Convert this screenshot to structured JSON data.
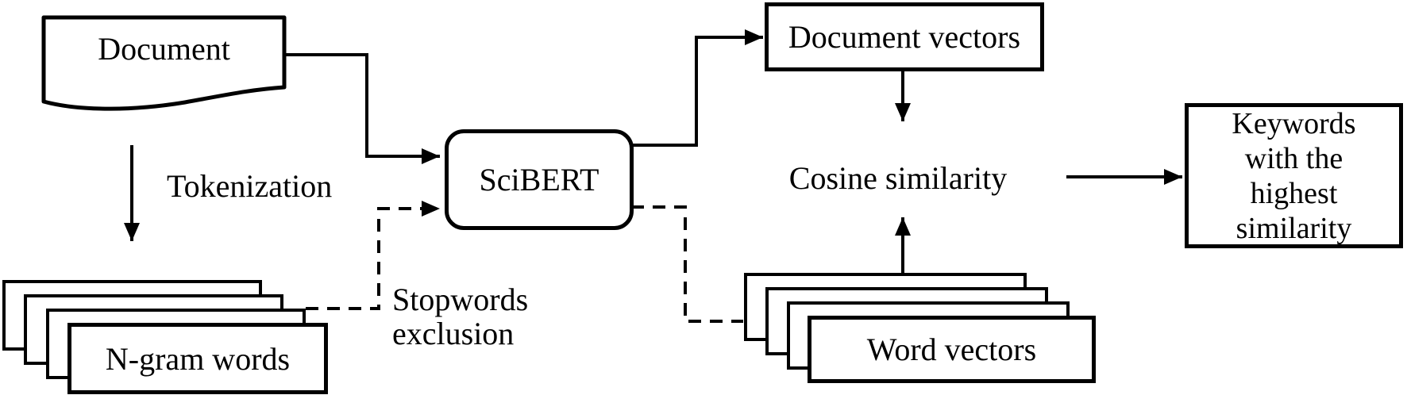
{
  "diagram": {
    "description": "Flow diagram of SciBERT-based keyword extraction pipeline",
    "colors": {
      "stroke": "#000000",
      "background": "#ffffff"
    },
    "nodes": {
      "document": {
        "label": "Document",
        "shape": "document"
      },
      "ngram": {
        "label": "N-gram words",
        "shape": "stacked-rectangles"
      },
      "scibert": {
        "label": "SciBERT",
        "shape": "rounded-rectangle"
      },
      "document_vectors": {
        "label": "Document vectors",
        "shape": "rectangle"
      },
      "cosine": {
        "label": "Cosine similarity",
        "shape": "text"
      },
      "word_vectors": {
        "label": "Word vectors",
        "shape": "stacked-rectangles"
      },
      "keywords": {
        "shape": "rectangle",
        "lines": [
          "Keywords",
          "with the",
          "highest",
          "similarity"
        ]
      }
    },
    "edge_labels": {
      "tokenization": "Tokenization",
      "stopwords_line1": "Stopwords",
      "stopwords_line2": "exclusion"
    },
    "edges": [
      {
        "from": "document",
        "to": "scibert",
        "style": "solid",
        "arrow": true
      },
      {
        "from": "document",
        "to": "ngram",
        "style": "solid",
        "arrow": true,
        "label": "Tokenization"
      },
      {
        "from": "ngram",
        "to": "scibert",
        "style": "dashed",
        "arrow": true,
        "label": "Stopwords exclusion"
      },
      {
        "from": "scibert",
        "to": "document_vectors",
        "style": "solid",
        "arrow": true
      },
      {
        "from": "scibert",
        "to": "word_vectors",
        "style": "dashed",
        "arrow": false
      },
      {
        "from": "document_vectors",
        "to": "cosine",
        "style": "solid",
        "arrow": true
      },
      {
        "from": "word_vectors",
        "to": "cosine",
        "style": "solid",
        "arrow": true
      },
      {
        "from": "cosine",
        "to": "keywords",
        "style": "solid",
        "arrow": true
      }
    ]
  }
}
